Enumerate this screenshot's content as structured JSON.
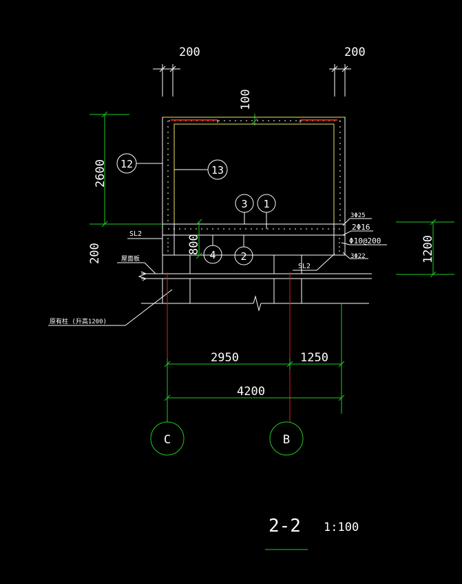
{
  "dims": {
    "top_left": "200",
    "top_right": "200",
    "top_mid": "100",
    "left_height": "2600",
    "left_bottom": "200",
    "beam_depth": "800",
    "right_height": "1200",
    "span_c_b": "2950",
    "span_b_right": "1250",
    "total": "4200"
  },
  "callouts": {
    "c12": "12",
    "c13": "13",
    "c3": "3",
    "c1": "1",
    "c4": "4",
    "c2": "2"
  },
  "rebar": {
    "r1": "3Φ25",
    "r2": "2Φ16",
    "r3": "Φ10@200",
    "r4": "3Φ22"
  },
  "labels": {
    "sl2_left": "SL2",
    "sl2_right": "SL2",
    "floor_slab": "屋面板",
    "column_note": "原有柱  (升高1200)"
  },
  "axes": {
    "c": "C",
    "b": "B"
  },
  "title": {
    "section": "2-2",
    "scale": "1:100"
  }
}
